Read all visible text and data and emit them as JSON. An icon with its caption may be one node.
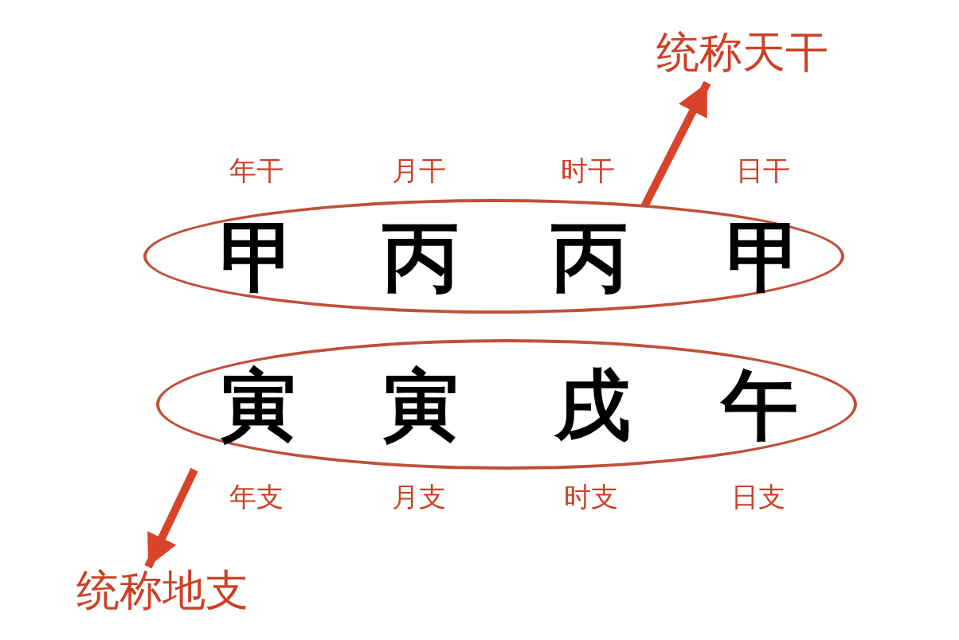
{
  "diagram": {
    "nodes": [
      {
        "text": [
          "统称天干"
        ]
      },
      {
        "text": [],
        "shape": "ellipse"
      },
      {
        "text": [
          "甲"
        ],
        "in": 1,
        "beside": [
          "年干"
        ]
      },
      {
        "text": [
          "丙"
        ],
        "in": 1,
        "beside": [
          "月干"
        ]
      },
      {
        "text": [
          "丙"
        ],
        "in": 1,
        "beside": [
          "时干"
        ]
      },
      {
        "text": [
          "甲"
        ],
        "in": 1,
        "beside": [
          "日干"
        ]
      },
      {
        "text": [],
        "shape": "ellipse"
      },
      {
        "text": [
          "寅"
        ],
        "in": 6,
        "beside": [
          "年支"
        ]
      },
      {
        "text": [
          "寅"
        ],
        "in": 6,
        "beside": [
          "月支"
        ]
      },
      {
        "text": [
          "戌"
        ],
        "in": 6,
        "beside": [
          "时支"
        ]
      },
      {
        "text": [
          "午"
        ],
        "in": 6,
        "beside": [
          "日支"
        ]
      },
      {
        "text": [
          "统称地支"
        ]
      }
    ],
    "edges": [
      {
        "from": 1,
        "to": 0,
        "arrow": "to"
      },
      {
        "from": 6,
        "to": 11,
        "arrow": "to"
      }
    ]
  }
}
